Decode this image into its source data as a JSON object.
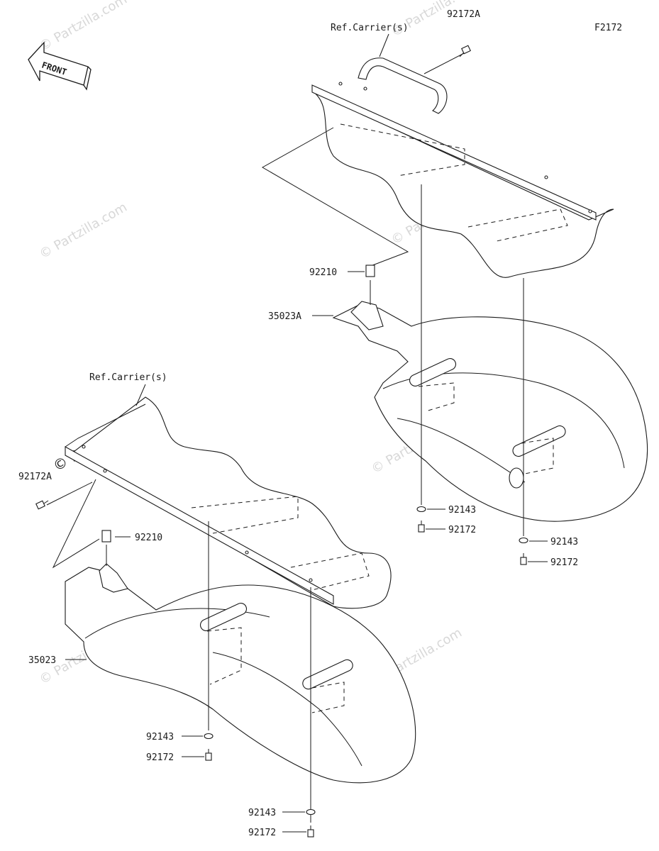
{
  "figure_code": "F2172",
  "front_arrow": {
    "label": "FRONT",
    "icon": "front-direction-arrow-icon"
  },
  "watermark": "© Partzilla.com",
  "top_assembly": {
    "ref_label": "Ref.Carrier(s)",
    "callouts": {
      "bolt_a": "92172A",
      "nut": "92210",
      "fender": "35023A",
      "washer_1": "92143",
      "bolt_1": "92172",
      "washer_2": "92143",
      "bolt_2": "92172"
    }
  },
  "bottom_assembly": {
    "ref_label": "Ref.Carrier(s)",
    "callouts": {
      "bolt_a": "92172A",
      "nut": "92210",
      "fender": "35023",
      "washer_1": "92143",
      "bolt_1": "92172",
      "washer_2": "92143",
      "bolt_2": "92172"
    }
  }
}
